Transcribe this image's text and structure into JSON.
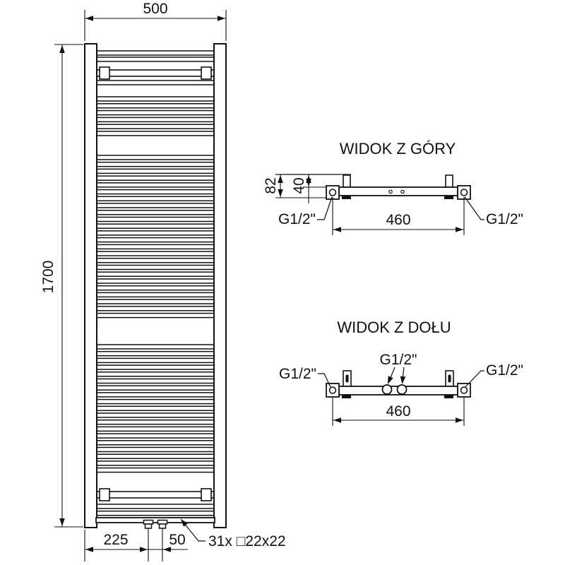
{
  "front_view": {
    "width": "500",
    "height": "1700",
    "valve_offset": "225",
    "valve_spacing": "50",
    "rung_note": "31x □22x22"
  },
  "top_view": {
    "title": "WIDOK Z GÓRY",
    "total_depth": "82",
    "bracket_depth": "40",
    "connection_spacing": "460",
    "thread_left": "G1/2\"",
    "thread_right": "G1/2\""
  },
  "bottom_view": {
    "title": "WIDOK Z DOŁU",
    "connection_spacing": "460",
    "thread_left": "G1/2\"",
    "thread_center": "G1/2\"",
    "thread_right": "G1/2\""
  },
  "colors": {
    "line": "#111111",
    "background": "#ffffff"
  }
}
